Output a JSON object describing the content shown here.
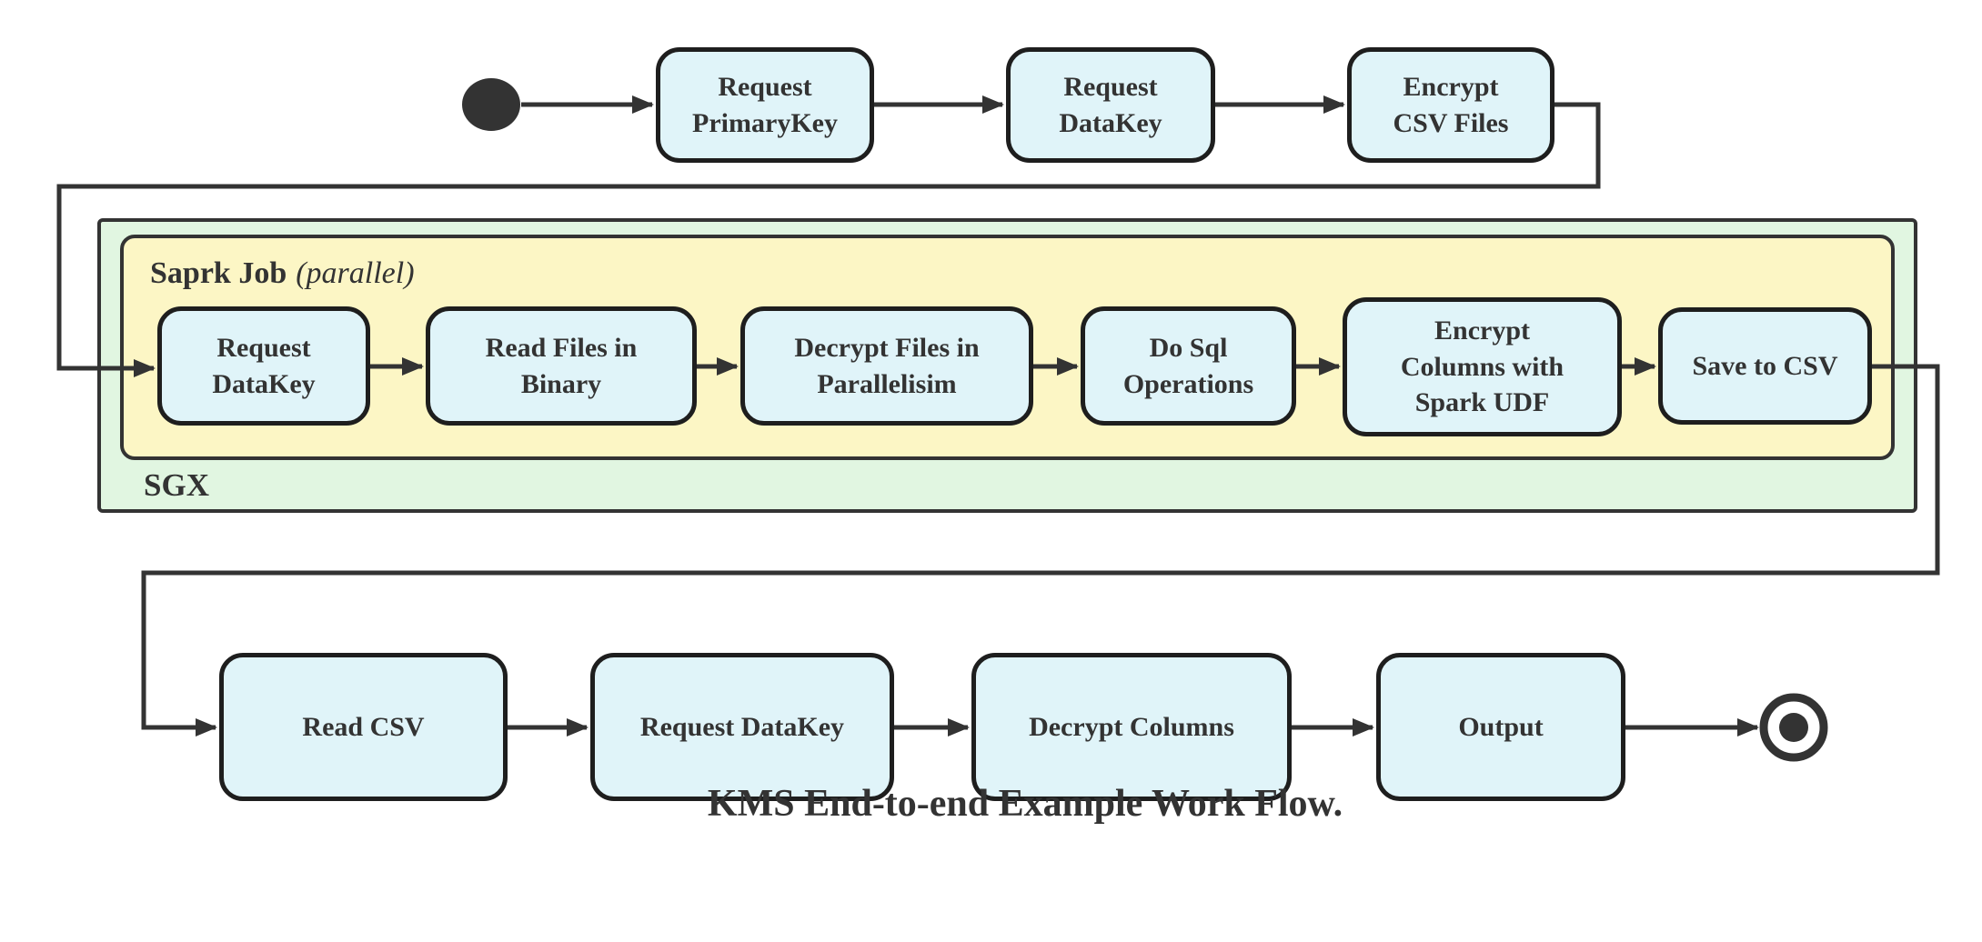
{
  "diagram": {
    "caption": "KMS End-to-end Example Work Flow.",
    "colors": {
      "node_fill": "#E0F4F9",
      "node_border": "#1E1E1E",
      "spark_job_fill": "#FCF6C5",
      "sgx_fill": "#E1F6E1",
      "container_border": "#333333",
      "edge": "#333333",
      "text": "#333333"
    },
    "top_row": {
      "nodes": [
        {
          "label": "Request\nPrimaryKey"
        },
        {
          "label": "Request\nDataKey"
        },
        {
          "label": "Encrypt\nCSV Files"
        }
      ]
    },
    "sgx_container": {
      "label": "SGX",
      "spark_job_container": {
        "title": "Saprk Job",
        "mode": "(parallel)",
        "nodes": [
          {
            "label": "Request\nDataKey"
          },
          {
            "label": "Read Files in\nBinary"
          },
          {
            "label": "Decrypt Files in\nParallelisim"
          },
          {
            "label": "Do Sql\nOperations"
          },
          {
            "label": "Encrypt\nColumns with\nSpark UDF"
          },
          {
            "label": "Save to CSV"
          }
        ]
      }
    },
    "bottom_row": {
      "nodes": [
        {
          "label": "Read CSV"
        },
        {
          "label": "Request DataKey"
        },
        {
          "label": "Decrypt Columns"
        },
        {
          "label": "Output"
        }
      ]
    }
  }
}
